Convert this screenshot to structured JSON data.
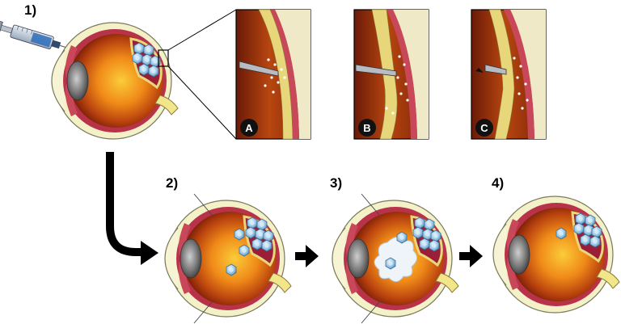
{
  "steps": [
    {
      "label": "1)"
    },
    {
      "label": "2)"
    },
    {
      "label": "3)"
    },
    {
      "label": "4)"
    }
  ],
  "panels": [
    {
      "letter": "A"
    },
    {
      "letter": "B"
    },
    {
      "letter": "C"
    }
  ],
  "colors": {
    "sclera": "#f4f0c8",
    "sclera_edge": "#8a8a6a",
    "choroid": "#b8324a",
    "retina_band": "#e8d77a",
    "vitreous_center": "#f7b02b",
    "vitreous_edge": "#8a2a0a",
    "lens": "#6a6a6a",
    "virus": "#9cc8e6",
    "arrow": "#000000"
  },
  "icons": [
    "syringe-icon",
    "arrow-icon",
    "virus-particle-icon",
    "eye-cross-section"
  ]
}
